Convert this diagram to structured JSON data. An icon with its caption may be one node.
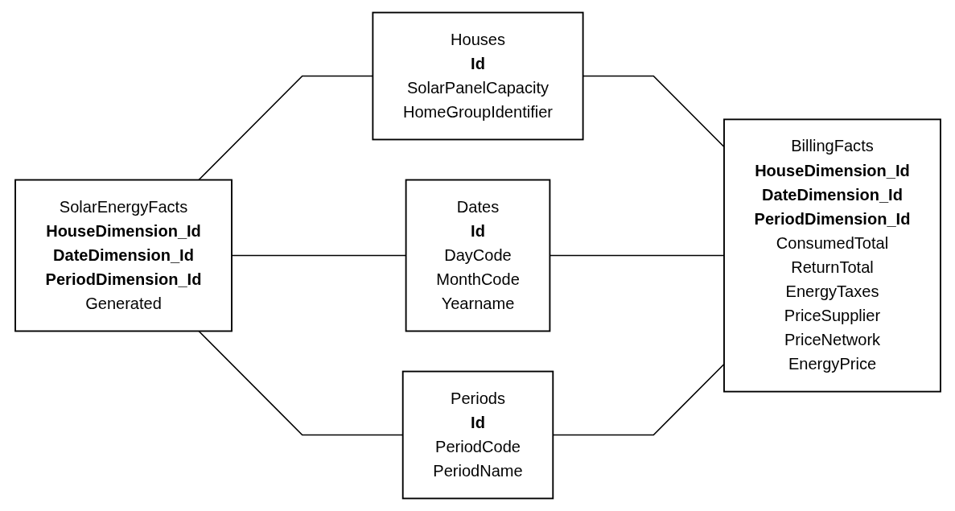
{
  "diagram": {
    "nodes": [
      {
        "text": [
          "Houses",
          "**Id**",
          "SolarPanelCapacity",
          "HomeGroupIdentifier"
        ]
      },
      {
        "text": [
          "SolarEnergyFacts",
          "**HouseDimension_Id**",
          "**DateDimension_Id**",
          "**PeriodDimension_Id**",
          "Generated"
        ]
      },
      {
        "text": [
          "Dates",
          "**Id**",
          "DayCode",
          "MonthCode",
          "Yearname"
        ]
      },
      {
        "text": [
          "BillingFacts",
          "**HouseDimension_Id**",
          "**DateDimension_Id**",
          "**PeriodDimension_Id**",
          "ConsumedTotal",
          "ReturnTotal",
          "EnergyTaxes",
          "PriceSupplier",
          "PriceNetwork",
          "EnergyPrice"
        ]
      },
      {
        "text": [
          "Periods",
          "**Id**",
          "PeriodCode",
          "PeriodName"
        ]
      }
    ],
    "edges": [
      {
        "from": 1,
        "to": 0,
        "arrow": "none"
      },
      {
        "from": 1,
        "to": 2,
        "arrow": "none"
      },
      {
        "from": 1,
        "to": 4,
        "arrow": "none"
      },
      {
        "from": 0,
        "to": 3,
        "arrow": "none"
      },
      {
        "from": 2,
        "to": 3,
        "arrow": "none"
      },
      {
        "from": 4,
        "to": 3,
        "arrow": "none"
      }
    ]
  }
}
